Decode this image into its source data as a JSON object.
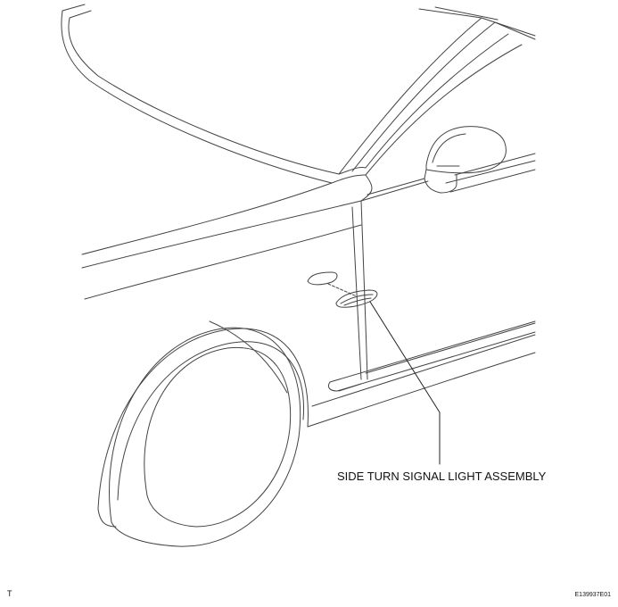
{
  "diagram": {
    "callout_label": "SIDE TURN SIGNAL LIGHT ASSEMBLY",
    "corner_mark": "T",
    "figure_code": "E139937E01"
  }
}
